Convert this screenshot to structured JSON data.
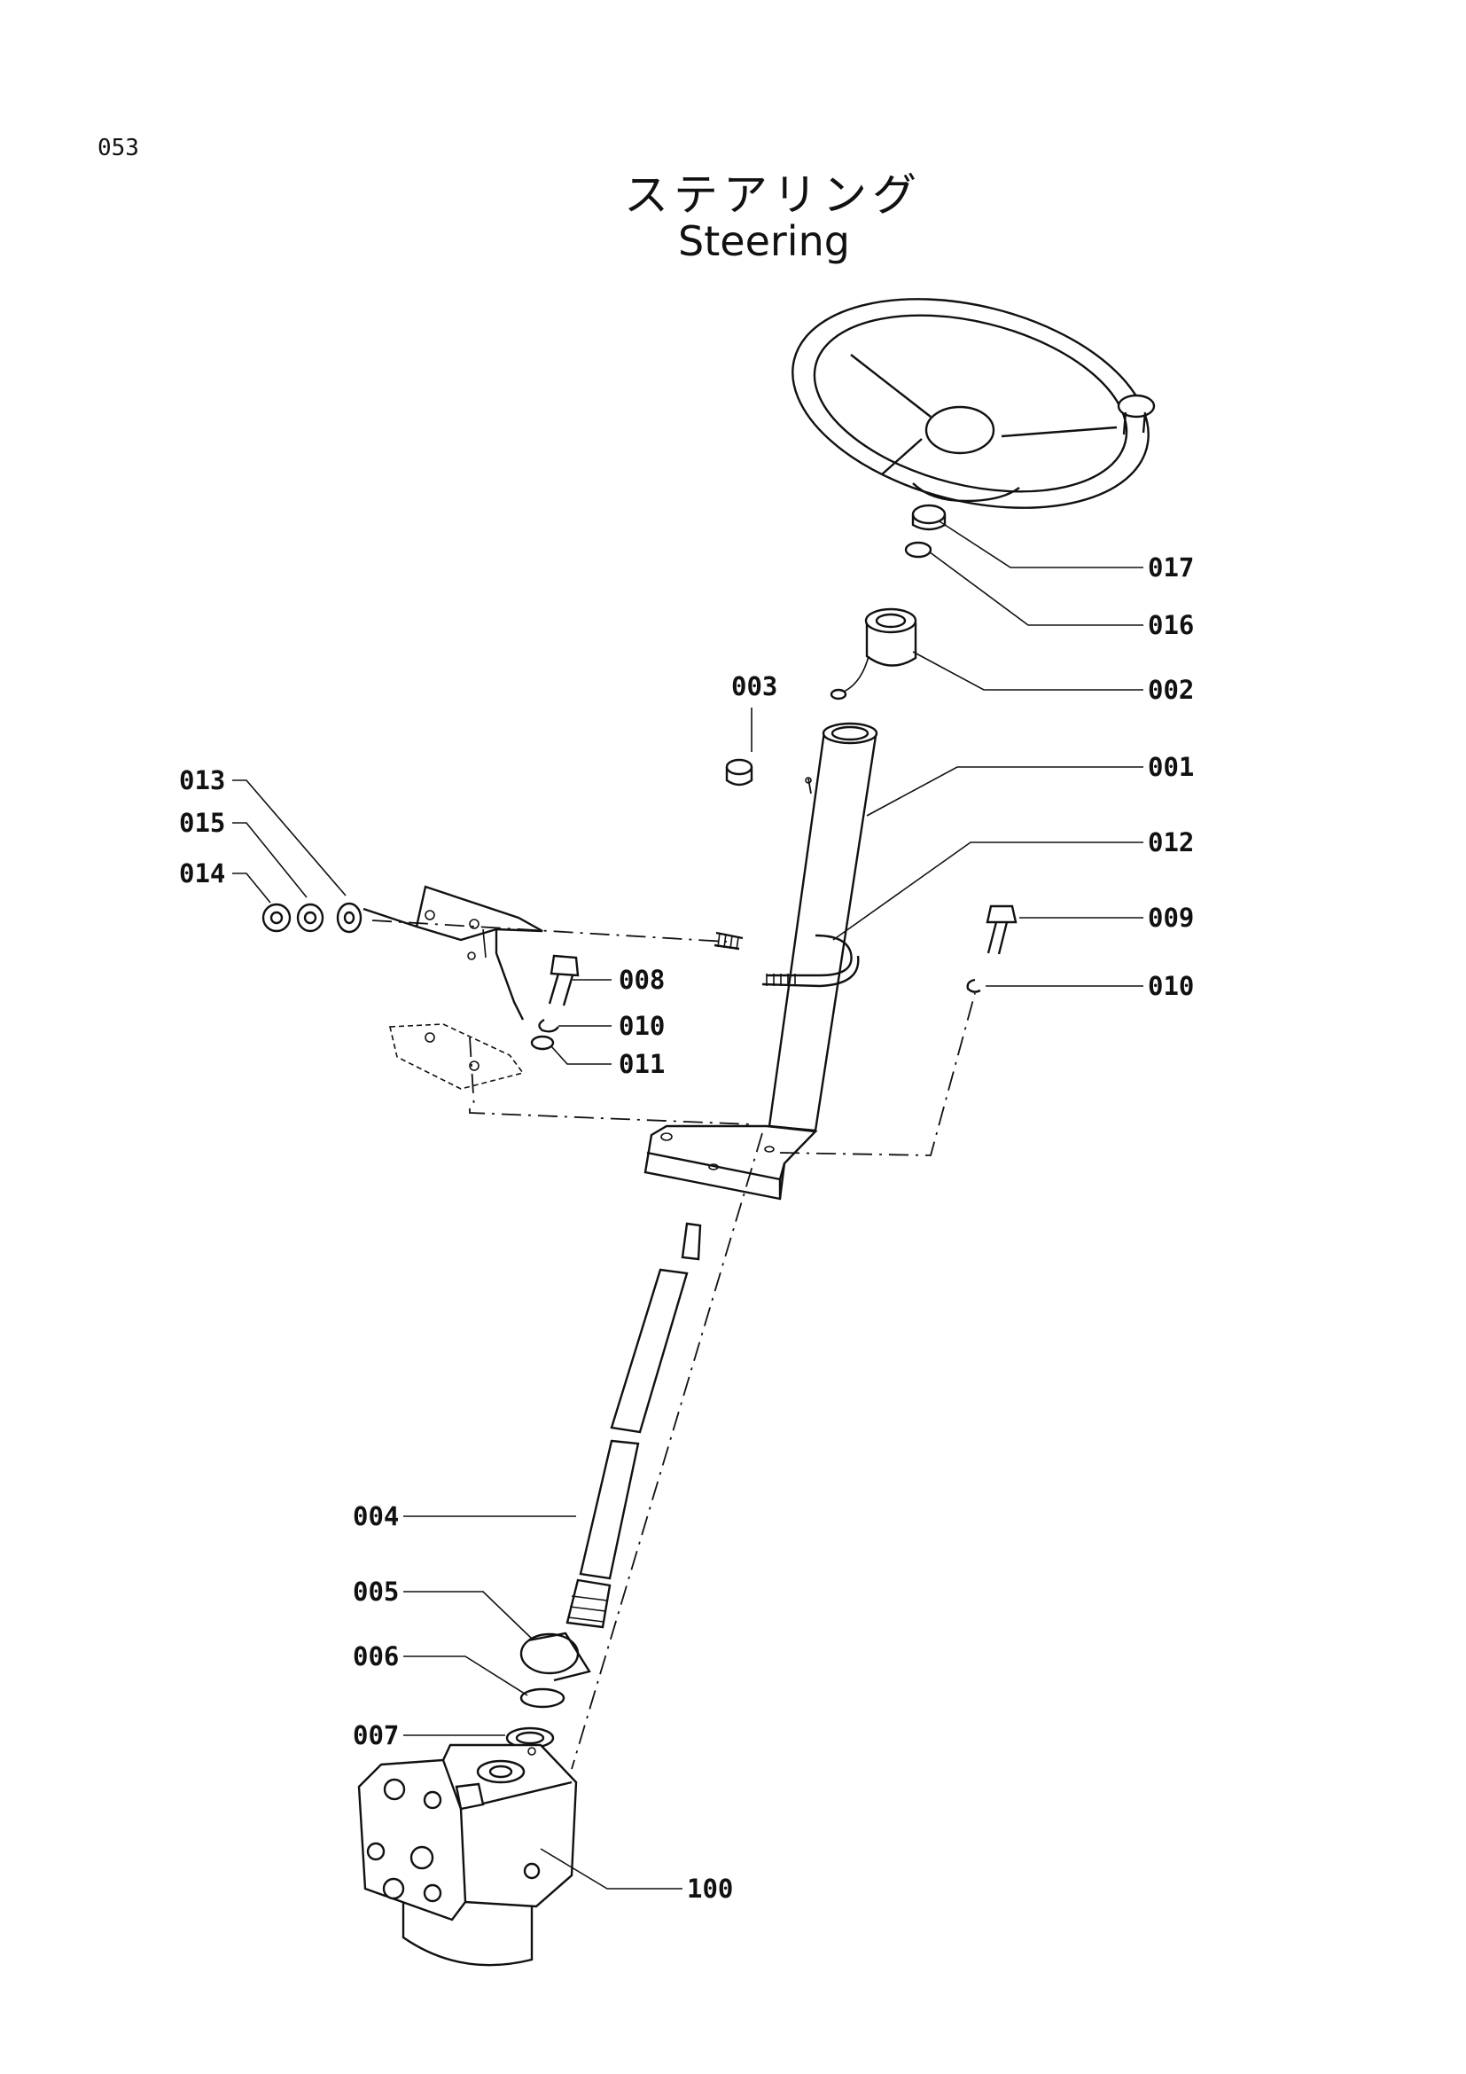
{
  "page_number": "053",
  "title_jp": "ステアリング",
  "title_en": "Steering",
  "callouts": {
    "c001": "001",
    "c002": "002",
    "c003": "003",
    "c004": "004",
    "c005": "005",
    "c006": "006",
    "c007": "007",
    "c008": "008",
    "c009": "009",
    "c010a": "010",
    "c010b": "010",
    "c011": "011",
    "c012": "012",
    "c013": "013",
    "c014": "014",
    "c015": "015",
    "c016": "016",
    "c017": "017",
    "c100": "100"
  }
}
